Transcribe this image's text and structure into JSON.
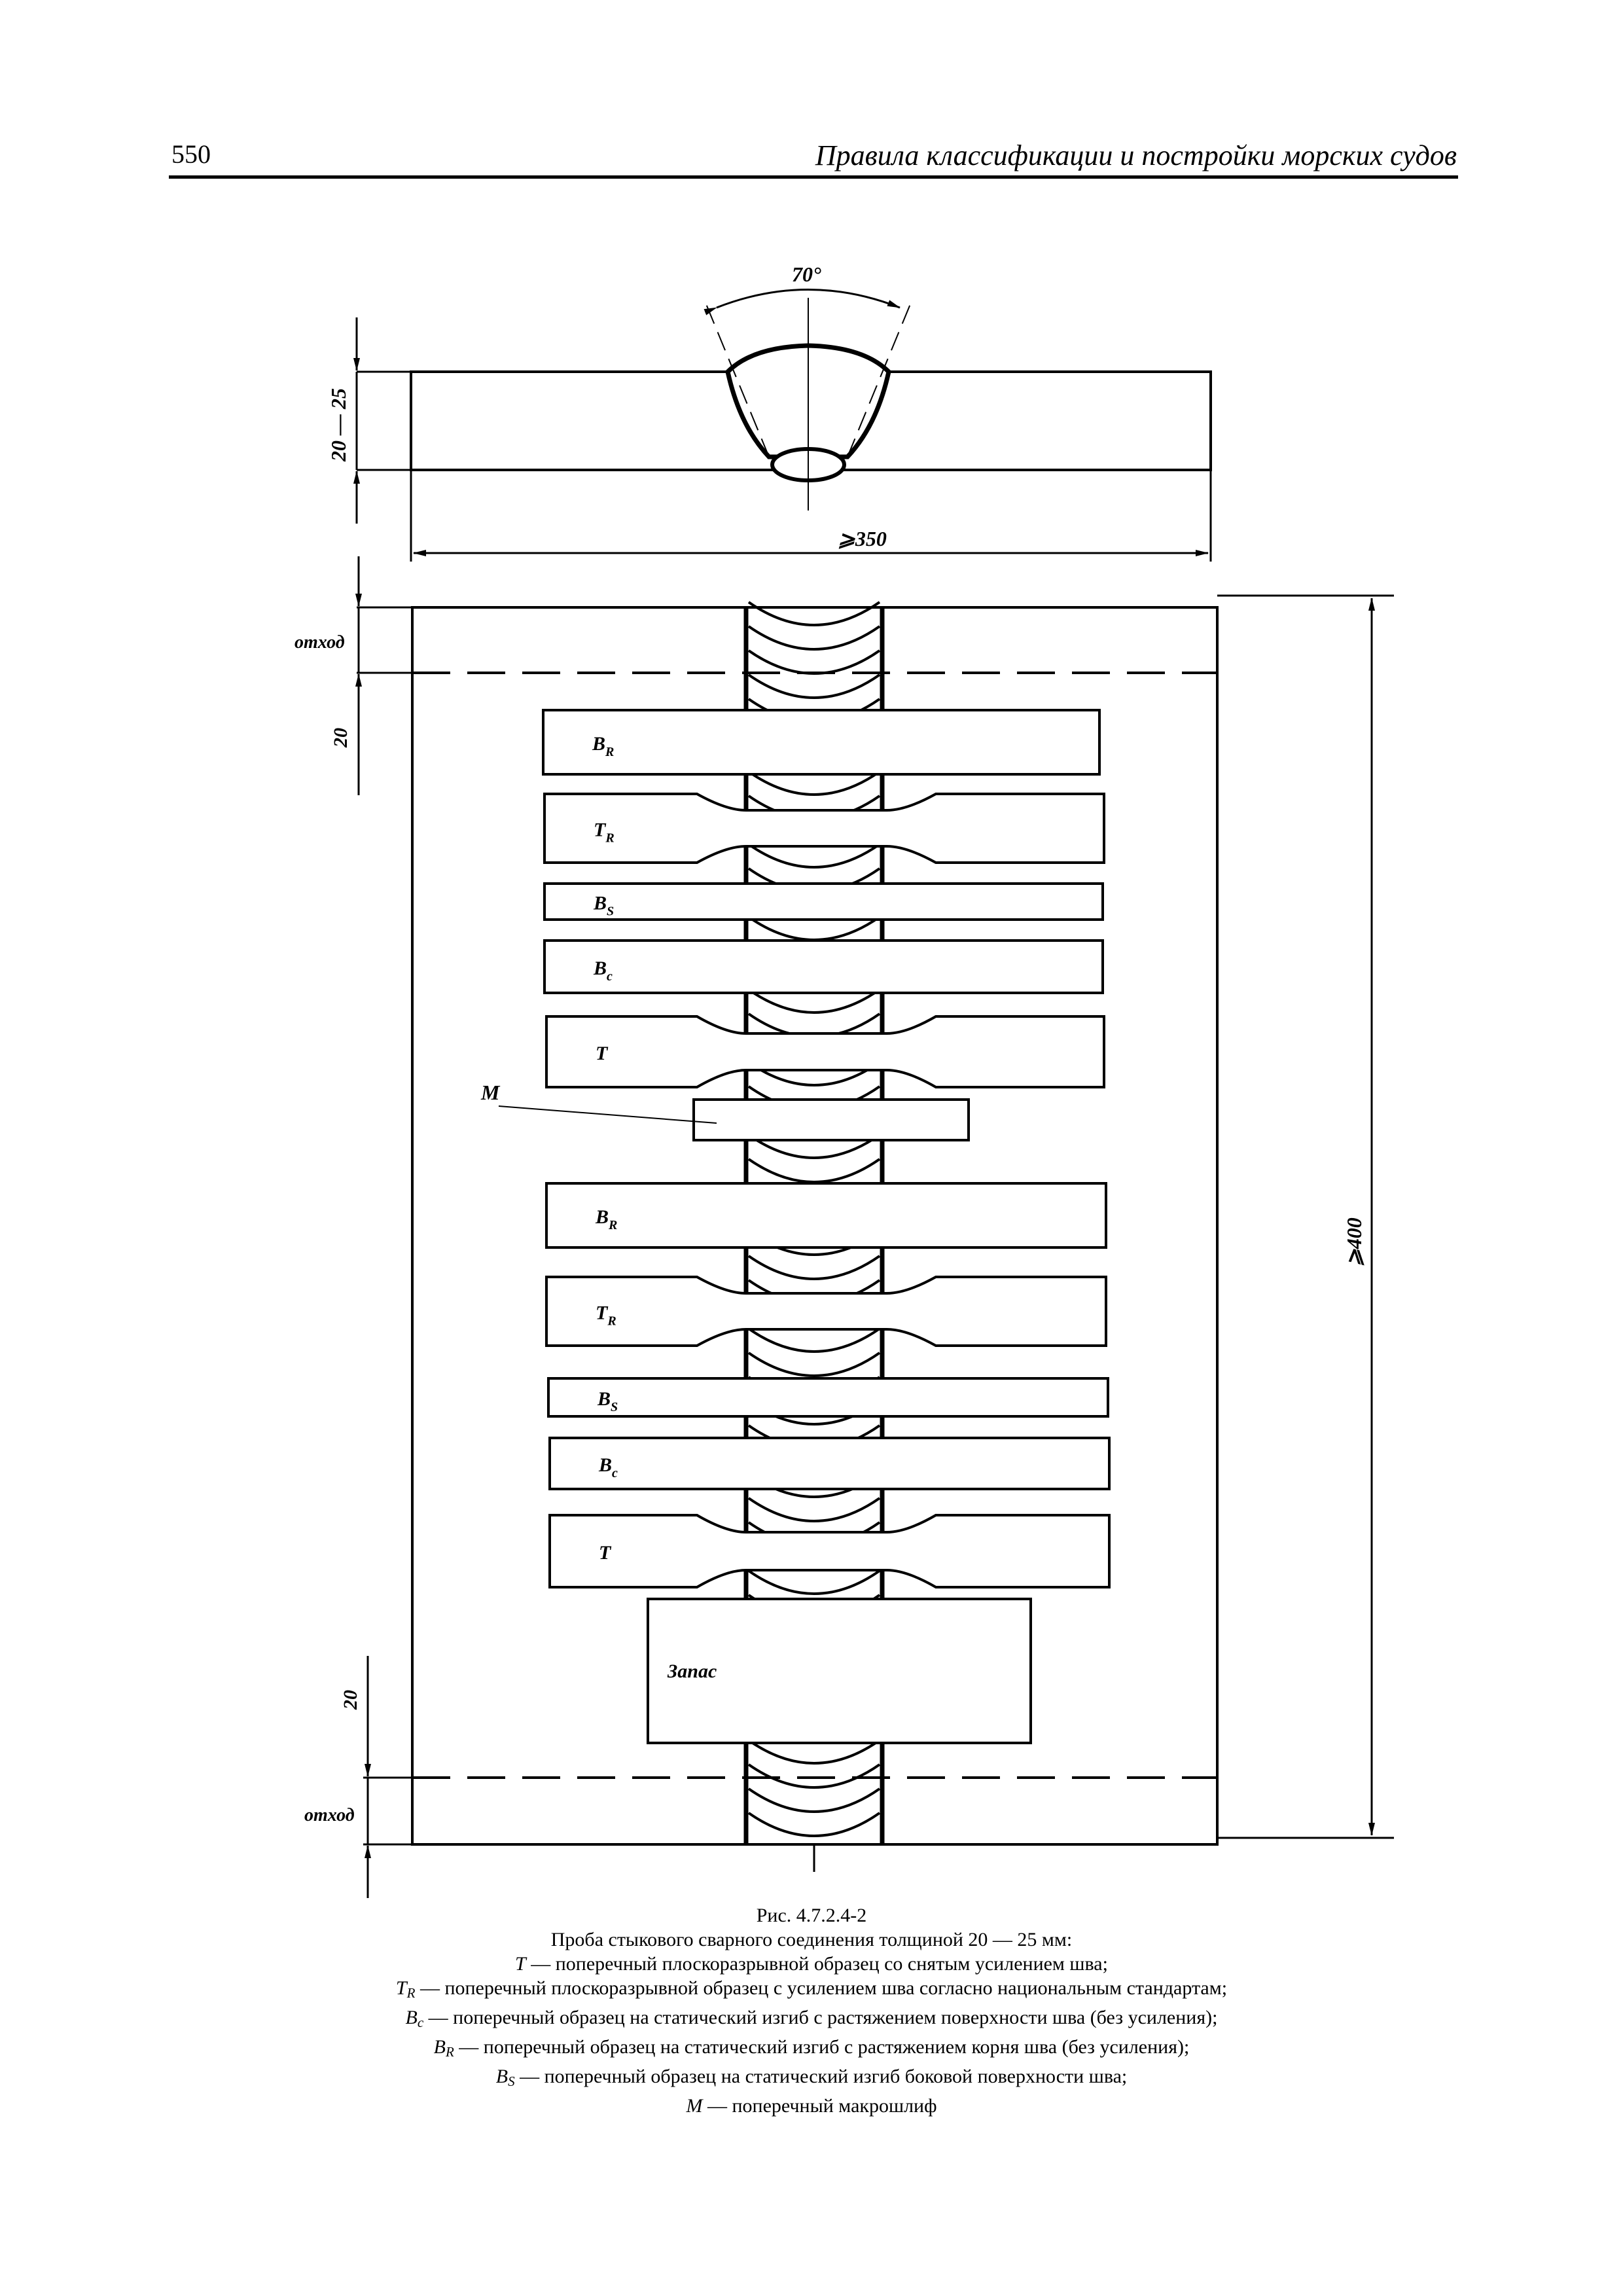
{
  "header": {
    "page_number": "550",
    "running_title": "Правила классификации и постройки морских судов"
  },
  "figure": {
    "angle_label": "70°",
    "thickness_label": "20 — 25",
    "width_label": "⩾350",
    "length_label": "⩾400",
    "margin_label": "20",
    "waste_label": "отход",
    "reserve_label": "Запас",
    "macro_label": "M",
    "specimens": [
      {
        "symbol": "B",
        "sub": "R",
        "kind": "bend"
      },
      {
        "symbol": "T",
        "sub": "R",
        "kind": "tensile"
      },
      {
        "symbol": "B",
        "sub": "S",
        "kind": "side-bend"
      },
      {
        "symbol": "B",
        "sub": "c",
        "kind": "bend"
      },
      {
        "symbol": "T",
        "sub": "",
        "kind": "tensile"
      },
      {
        "symbol": "B",
        "sub": "R",
        "kind": "bend"
      },
      {
        "symbol": "T",
        "sub": "R",
        "kind": "tensile"
      },
      {
        "symbol": "B",
        "sub": "S",
        "kind": "side-bend"
      },
      {
        "symbol": "B",
        "sub": "c",
        "kind": "bend"
      },
      {
        "symbol": "T",
        "sub": "",
        "kind": "tensile"
      }
    ]
  },
  "caption": {
    "number": "Рис. 4.7.2.4-2",
    "title": "Проба стыкового сварного соединения толщиной 20 — 25 мм:",
    "items": [
      {
        "symbol": "T",
        "sub": "",
        "text": " — поперечный плоскоразрывной образец со снятым усилением шва;"
      },
      {
        "symbol": "T",
        "sub": "R",
        "text": " — поперечный плоскоразрывной образец с усилением шва согласно национальным стандартам;"
      },
      {
        "symbol": "B",
        "sub": "c",
        "text": " — поперечный образец на статический изгиб с растяжением поверхности шва (без усиления);"
      },
      {
        "symbol": "B",
        "sub": "R",
        "text": " — поперечный образец на статический изгиб с растяжением корня шва (без усиления);"
      },
      {
        "symbol": "B",
        "sub": "S",
        "text": " — поперечный образец на статический изгиб боковой поверхности шва;"
      },
      {
        "symbol": "M",
        "sub": "",
        "text": " — поперечный макрошлиф"
      }
    ]
  }
}
